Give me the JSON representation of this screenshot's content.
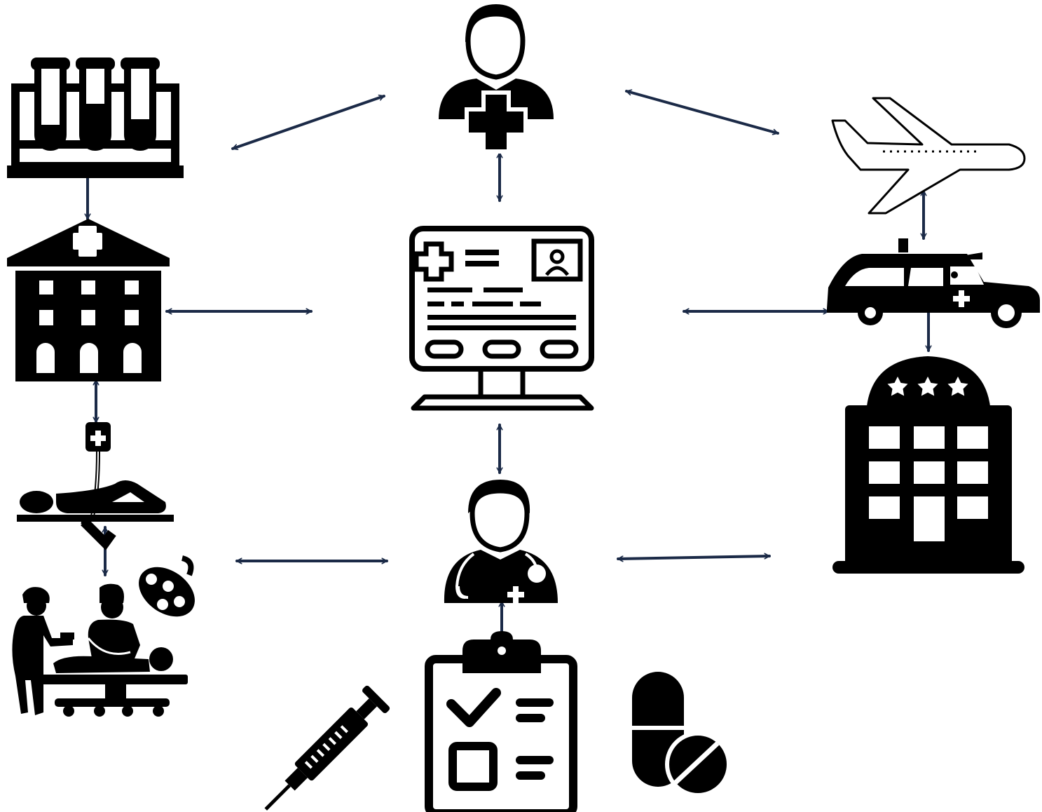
{
  "colors": {
    "icon": "#000000",
    "arrow": "#1b2a47",
    "background": "#ffffff"
  },
  "nodes": [
    {
      "id": "patient",
      "icon": "patient-plus-icon"
    },
    {
      "id": "lab",
      "icon": "test-tubes-icon"
    },
    {
      "id": "hospital",
      "icon": "hospital-building-icon"
    },
    {
      "id": "emr",
      "icon": "medical-record-monitor-icon"
    },
    {
      "id": "airplane",
      "icon": "airplane-icon"
    },
    {
      "id": "ambulance",
      "icon": "ambulance-icon"
    },
    {
      "id": "hotel",
      "icon": "three-star-hotel-icon"
    },
    {
      "id": "inpatient",
      "icon": "patient-iv-bed-icon"
    },
    {
      "id": "surgery",
      "icon": "surgery-operating-room-icon"
    },
    {
      "id": "doctor",
      "icon": "doctor-stethoscope-icon"
    },
    {
      "id": "checklist",
      "icon": "clipboard-checklist-icon"
    },
    {
      "id": "syringe",
      "icon": "syringe-icon"
    },
    {
      "id": "pills",
      "icon": "capsule-pills-icon"
    }
  ],
  "connections": [
    {
      "from": "lab",
      "to": "patient",
      "bidirectional": true
    },
    {
      "from": "patient",
      "to": "airplane",
      "bidirectional": true
    },
    {
      "from": "patient",
      "to": "emr",
      "bidirectional": true
    },
    {
      "from": "lab",
      "to": "hospital",
      "bidirectional": true
    },
    {
      "from": "hospital",
      "to": "emr",
      "bidirectional": true
    },
    {
      "from": "emr",
      "to": "ambulance",
      "bidirectional": true
    },
    {
      "from": "airplane",
      "to": "ambulance",
      "bidirectional": true
    },
    {
      "from": "ambulance",
      "to": "hotel",
      "bidirectional": true
    },
    {
      "from": "hospital",
      "to": "inpatient",
      "bidirectional": true
    },
    {
      "from": "inpatient",
      "to": "surgery",
      "bidirectional": true
    },
    {
      "from": "emr",
      "to": "doctor",
      "bidirectional": true
    },
    {
      "from": "surgery",
      "to": "doctor",
      "bidirectional": true
    },
    {
      "from": "doctor",
      "to": "hotel",
      "bidirectional": true
    },
    {
      "from": "doctor",
      "to": "checklist",
      "bidirectional": true
    }
  ]
}
